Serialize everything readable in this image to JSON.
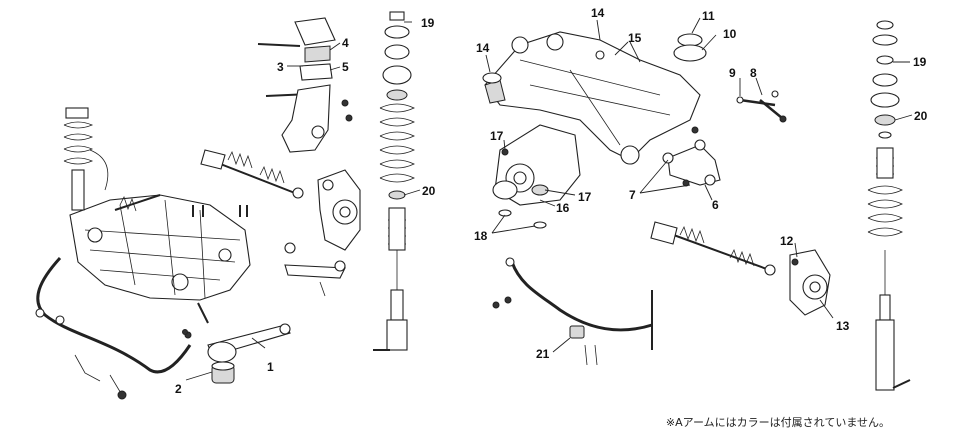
{
  "callouts": {
    "c1": "1",
    "c2": "2",
    "c3": "3",
    "c4": "4",
    "c5": "5",
    "c6": "6",
    "c7": "7",
    "c8": "8",
    "c9": "9",
    "c10": "10",
    "c11": "11",
    "c12": "12",
    "c13": "13",
    "c14": "14",
    "c15": "15",
    "c16": "16",
    "c17a": "17",
    "c17b": "17",
    "c18": "18",
    "c19a": "19",
    "c19b": "19",
    "c20a": "20",
    "c20b": "20",
    "c21": "21"
  },
  "footnote": "※Aアームにはカラーは付属されていません。"
}
